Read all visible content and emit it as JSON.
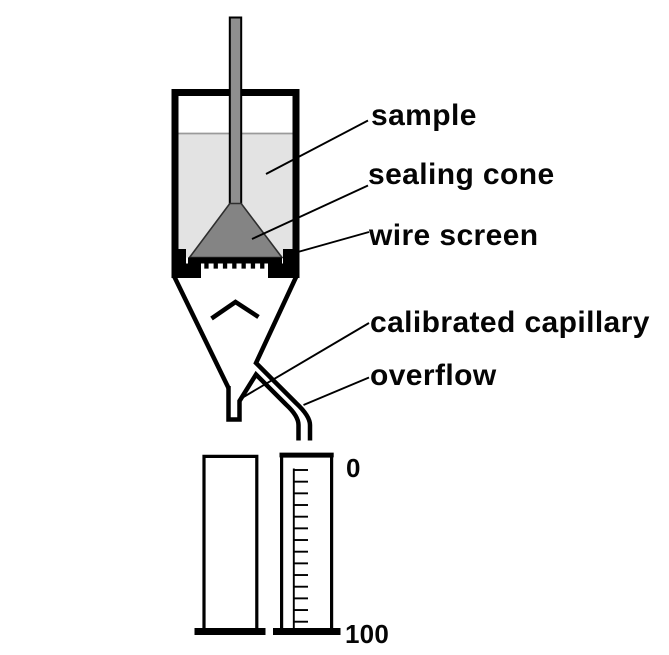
{
  "diagram": {
    "description": "Flow-rate / sealing cone apparatus with graduated receiving cylinders",
    "labels": {
      "sample": "sample",
      "sealing_cone": "sealing cone",
      "wire_screen": "wire screen",
      "calibrated_capillary": "calibrated capillary",
      "overflow": "overflow"
    },
    "scale": {
      "top_value": "0",
      "bottom_value": "100",
      "tick_count": 14,
      "tick_start_y": 470,
      "tick_spacing": 11.67
    },
    "colors": {
      "outline": "#000000",
      "sample_fill": "#e3e3e3",
      "sample_surface_line": "#9a9a9a",
      "rod_fill": "#8f8f8f",
      "cone_fill": "#848484",
      "cone_outline": "#2e2e2e"
    }
  }
}
